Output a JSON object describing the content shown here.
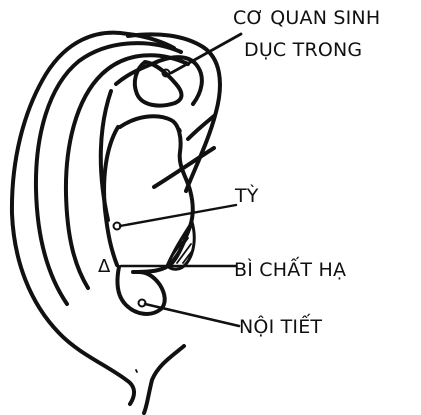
{
  "labels": {
    "internal_genitals": [
      "CƠ QUAN SINH",
      "DỤC TRONG"
    ],
    "spleen": "TỲ",
    "subcortex": "BÌ CHẤT HẠ",
    "endocrine": "NỘI TIẾT",
    "triangle_marker": "Δ"
  },
  "colors": {
    "ink": "#111111",
    "paper": "#ffffff"
  }
}
